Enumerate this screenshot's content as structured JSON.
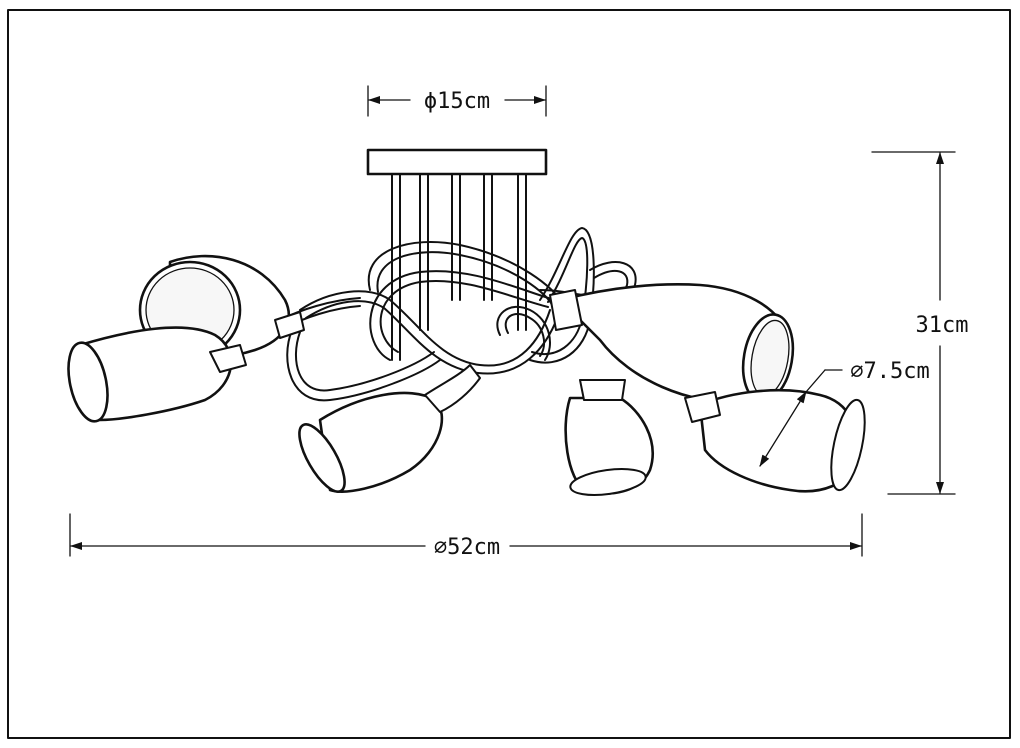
{
  "diagram": {
    "labels": {
      "base_diameter": "ϕ15cm",
      "height": "31cm",
      "shade_diameter": "⌀7.5cm",
      "total_diameter": "⌀52cm"
    },
    "colors": {
      "ink": "#111111",
      "background": "#ffffff"
    }
  }
}
